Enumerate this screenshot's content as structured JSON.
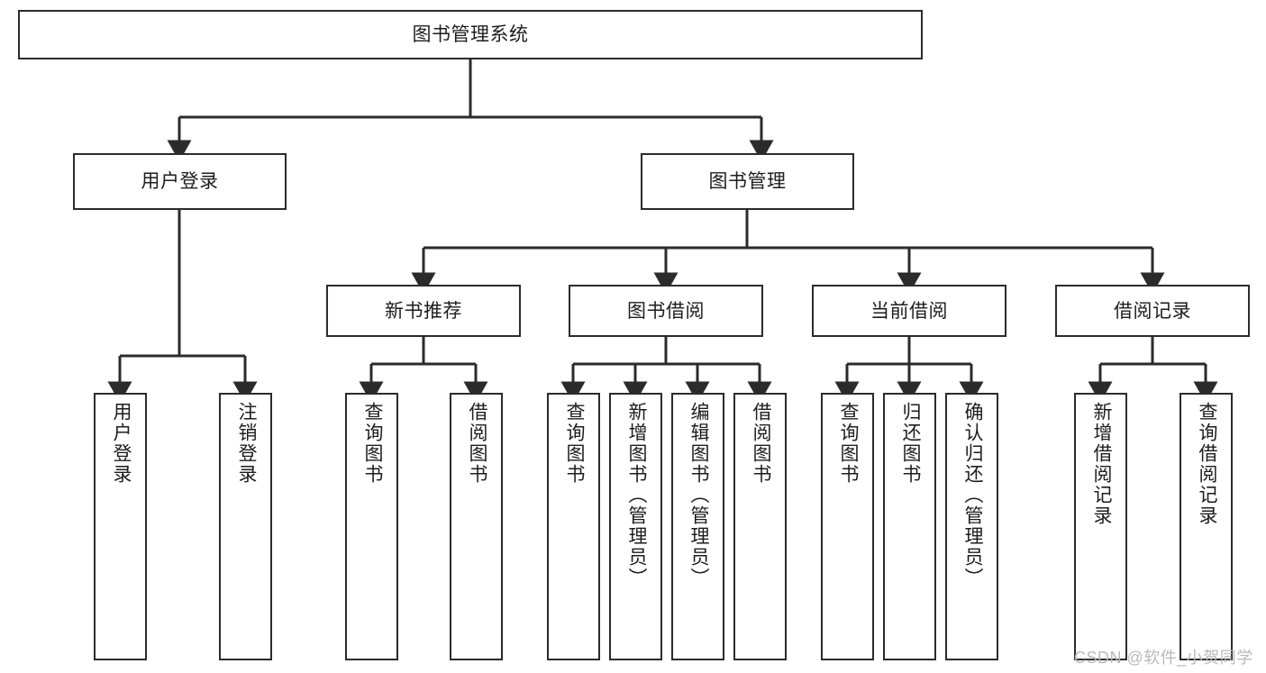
{
  "diagram": {
    "title": "图书管理系统",
    "type": "hierarchy-tree",
    "stroke_color": "#2b2b2b",
    "fill_color": "#ffffff",
    "text_color": "#1d1d1d",
    "nodes": {
      "root": {
        "label": "图书管理系统"
      },
      "level2": [
        {
          "label": "用户登录"
        },
        {
          "label": "图书管理"
        }
      ],
      "level3": [
        {
          "label": "新书推荐"
        },
        {
          "label": "图书借阅"
        },
        {
          "label": "当前借阅"
        },
        {
          "label": "借阅记录"
        }
      ],
      "leaves": {
        "user_login": [
          {
            "label": "用户登录"
          },
          {
            "label": "注销登录"
          }
        ],
        "new_book_recommend": [
          {
            "label": "查询图书"
          },
          {
            "label": "借阅图书"
          }
        ],
        "book_borrow": [
          {
            "label": "查询图书"
          },
          {
            "label": "新增图书（管理员）"
          },
          {
            "label": "编辑图书（管理员）"
          },
          {
            "label": "借阅图书"
          }
        ],
        "current_borrow": [
          {
            "label": "查询图书"
          },
          {
            "label": "归还图书"
          },
          {
            "label": "确认归还（管理员）"
          }
        ],
        "borrow_record": [
          {
            "label": "新增借阅记录"
          },
          {
            "label": "查询借阅记录"
          }
        ]
      }
    }
  },
  "watermark": {
    "text": "CSDN @软件_小贺同学"
  }
}
